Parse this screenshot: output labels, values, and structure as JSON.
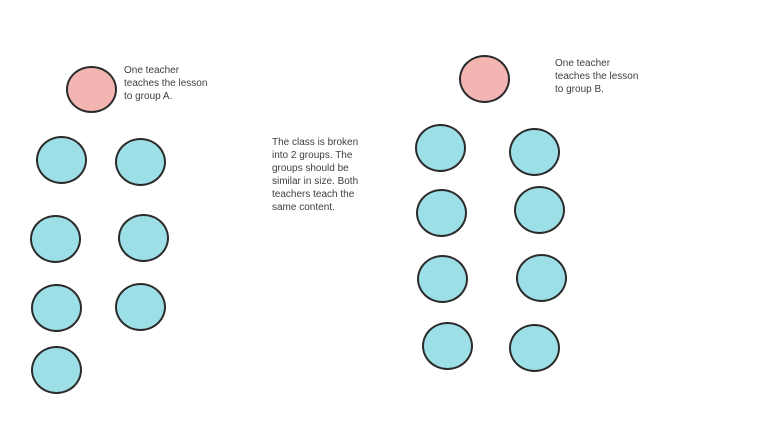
{
  "diagram": {
    "colors": {
      "teacher_fill": "#f2b5b2",
      "student_fill": "#9ddfe6",
      "outline": "#2b2b2b",
      "text": "#3f3f3f"
    },
    "group_a": {
      "teacher_label": "One teacher\nteaches the lesson\nto group A.",
      "student_count": 7
    },
    "group_b": {
      "teacher_label": "One teacher\nteaches the lesson\nto group B.",
      "student_count": 8
    },
    "center_note": "The class is broken\ninto 2  groups. The\ngroups should be\nsimilar in size. Both\nteachers teach the\nsame content."
  }
}
